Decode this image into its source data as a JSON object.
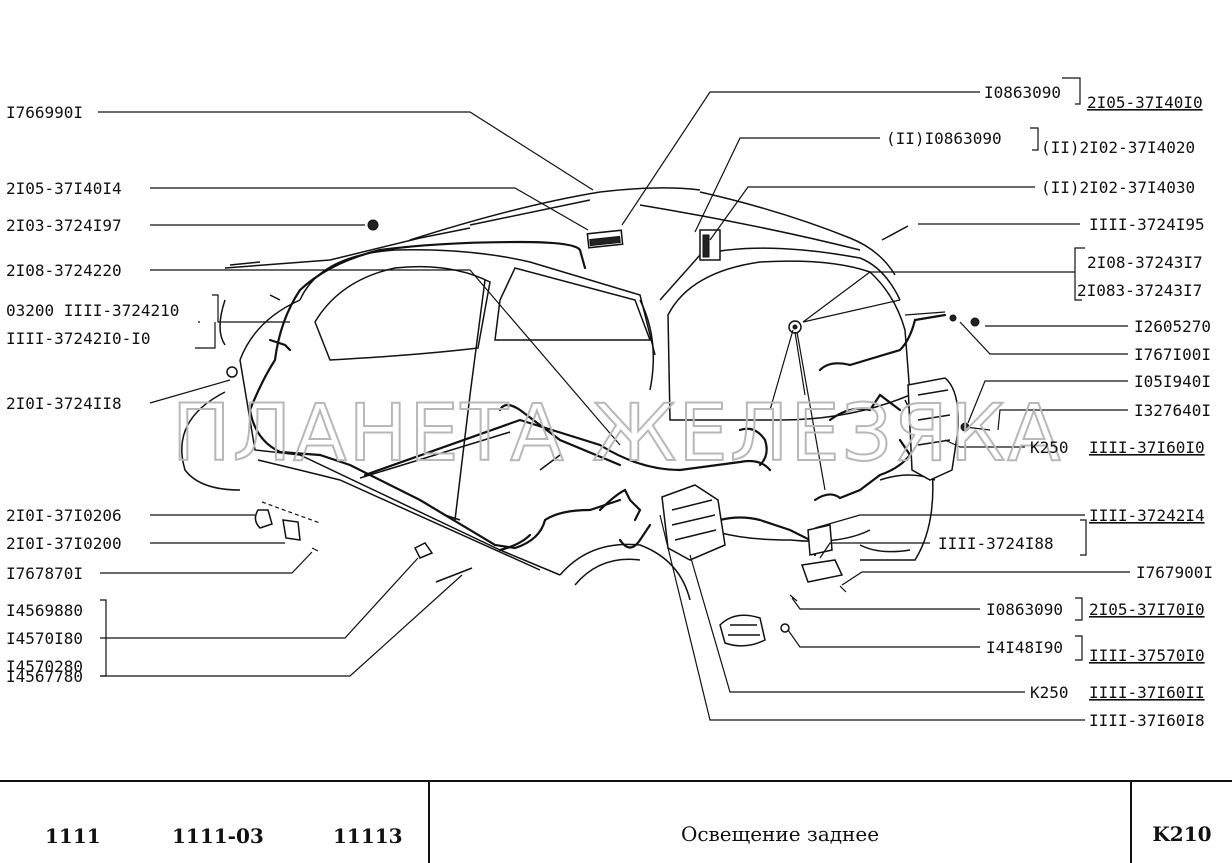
{
  "watermark": "ПЛАНЕТА ЖЕЛЕЗЯКА",
  "labels_left": [
    "I766990I",
    "2I05-37I40I4",
    "2I03-3724I97",
    "2I08-3724220",
    "03200 IIII-3724210",
    "IIII-37242I0-I0",
    "2I0I-3724II8",
    "2I0I-37I0206",
    "2I0I-37I0200",
    "I767870I",
    "I4569880",
    "I4570I80",
    "I4570280",
    "I4567780"
  ],
  "labels_right": [
    "I0863090",
    "2I05-37I40I0",
    "(II)I0863090",
    "(II)2I02-37I4020",
    "(II)2I02-37I4030",
    "IIII-3724I95",
    "2I08-37243I7",
    "2I083-37243I7",
    "I2605270",
    "I767I00I",
    "I05I940I",
    "I327640I",
    "K250",
    "IIII-37I60I0",
    "IIII-37242I4",
    "IIII-3724I88",
    "I767900I",
    "I0863090",
    "2I05-37I70I0",
    "I4I48I90",
    "IIII-37570I0",
    "K250",
    "IIII-37I60II",
    "IIII-37I60I8"
  ],
  "footer": {
    "models": [
      "1111",
      "1111-03",
      "11113"
    ],
    "title": "Освещение заднее",
    "code": "K210"
  }
}
